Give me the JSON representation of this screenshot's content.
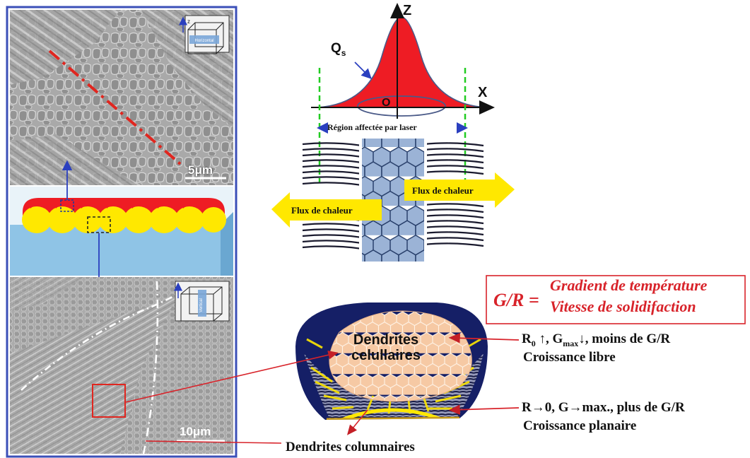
{
  "labels": {
    "axis_z": "Z",
    "axis_x": "X",
    "axis_origin": "O",
    "qs_main": "Q",
    "qs_sub": "s",
    "region": "Région affectée par laser",
    "flux_left": "Flux de chaleur",
    "flux_right": "Flux de chaleur",
    "scale_top": "5μm",
    "scale_bottom": "10μm",
    "inset_top": "Horizontal",
    "inset_bottom": "Vertical",
    "gr_prefix": "G/R =",
    "gr_numerator": "Gradient de température",
    "gr_denominator": "Vitesse de solidifaction",
    "dend_cell_1": "Dendrites",
    "dend_cell_2": "celullaires",
    "note1_line1_a": "R",
    "note1_line1_sub0": "0",
    "note1_line1_b": " ↑, G",
    "note1_line1_submax": "max",
    "note1_line1_c": "↓, moins de G/R",
    "note1_line2": "Croissance libre",
    "note2_line1": "R→0, G→max., plus de G/R",
    "note2_line2": "Croissance planaire",
    "dend_col": "Dendrites columnaires"
  },
  "colors": {
    "panel_border": "#3b4fb8",
    "red_accent": "#d8232a",
    "yellow": "#ffe800",
    "laser_red": "#ee1c24",
    "substrate_blue": "#8fc4e6",
    "hex_blue": "#9bb3d6",
    "arrow_blue": "#2a3fbf",
    "green_dash": "#22cc22",
    "dendrite_navy": "#151f66"
  },
  "icons": [
    "axis-inset-icon",
    "heat-flow-arrow-icon"
  ]
}
